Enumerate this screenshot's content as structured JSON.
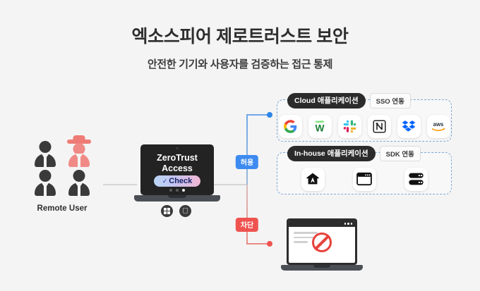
{
  "header": {
    "title": "엑소스피어 제로트러스트 보안",
    "subtitle": "안전한 기기와 사용자를 검증하는 접근 통제"
  },
  "users": {
    "label": "Remote User",
    "icons": [
      "user-icon",
      "hacker-icon",
      "user-icon",
      "user-icon"
    ]
  },
  "device": {
    "screen_title_line1": "ZeroTrust",
    "screen_title_line2": "Access",
    "check_button": "Check",
    "check_icon": "check-mark-icon",
    "dots": 3,
    "active_dot": 3,
    "os_icons": [
      "windows-icon",
      "apple-icon"
    ]
  },
  "flow": {
    "allow_badge": "허용",
    "block_badge": "차단",
    "allow_color": "#3d8bf0",
    "block_color": "#ef5350"
  },
  "panels": [
    {
      "key": "cloud",
      "title": "Cloud 애플리케이션",
      "tag": "SSO 연동",
      "apps": [
        {
          "name": "google-icon",
          "label": "Google"
        },
        {
          "name": "naver-works-icon",
          "label": "NAVER WORKS"
        },
        {
          "name": "slack-icon",
          "label": "Slack"
        },
        {
          "name": "notion-icon",
          "label": "Notion"
        },
        {
          "name": "dropbox-icon",
          "label": "Dropbox"
        },
        {
          "name": "aws-icon",
          "label": "aws"
        }
      ]
    },
    {
      "key": "inhouse",
      "title": "In-house 애플리케이션",
      "tag": "SDK 연동",
      "apps": [
        {
          "name": "app-store-icon",
          "label": "App"
        },
        {
          "name": "browser-window-icon",
          "label": "Web"
        },
        {
          "name": "server-rack-icon",
          "label": "Server"
        }
      ]
    }
  ],
  "blocked": {
    "deny_icon": "no-entry-icon",
    "window_dots": 3
  },
  "theme": {
    "background": "#f4f4f4",
    "dark": "#2b2b2b",
    "dashed_border": "#7fa8d4"
  }
}
